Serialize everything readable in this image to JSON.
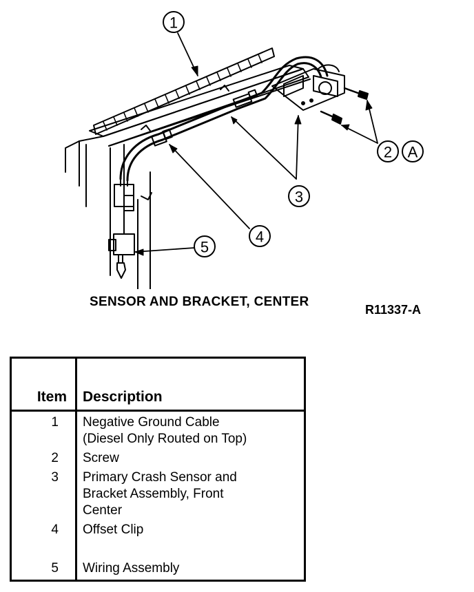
{
  "diagram": {
    "callouts": [
      "1",
      "2",
      "A",
      "3",
      "4",
      "5"
    ]
  },
  "caption": "SENSOR AND BRACKET, CENTER",
  "reference": "R11337-A",
  "table": {
    "headers": {
      "item": "Item",
      "description": "Description"
    },
    "rows": [
      {
        "item": "1",
        "lines": [
          "Negative Ground Cable",
          "(Diesel Only Routed on Top)"
        ]
      },
      {
        "item": "2",
        "lines": [
          "Screw"
        ]
      },
      {
        "item": "3",
        "lines": [
          "Primary Crash Sensor and",
          "Bracket Assembly, Front",
          "Center"
        ]
      },
      {
        "item": "4",
        "lines": [
          "Offset Clip"
        ]
      },
      {
        "item": "5",
        "lines": [
          "Wiring Assembly"
        ]
      }
    ]
  }
}
